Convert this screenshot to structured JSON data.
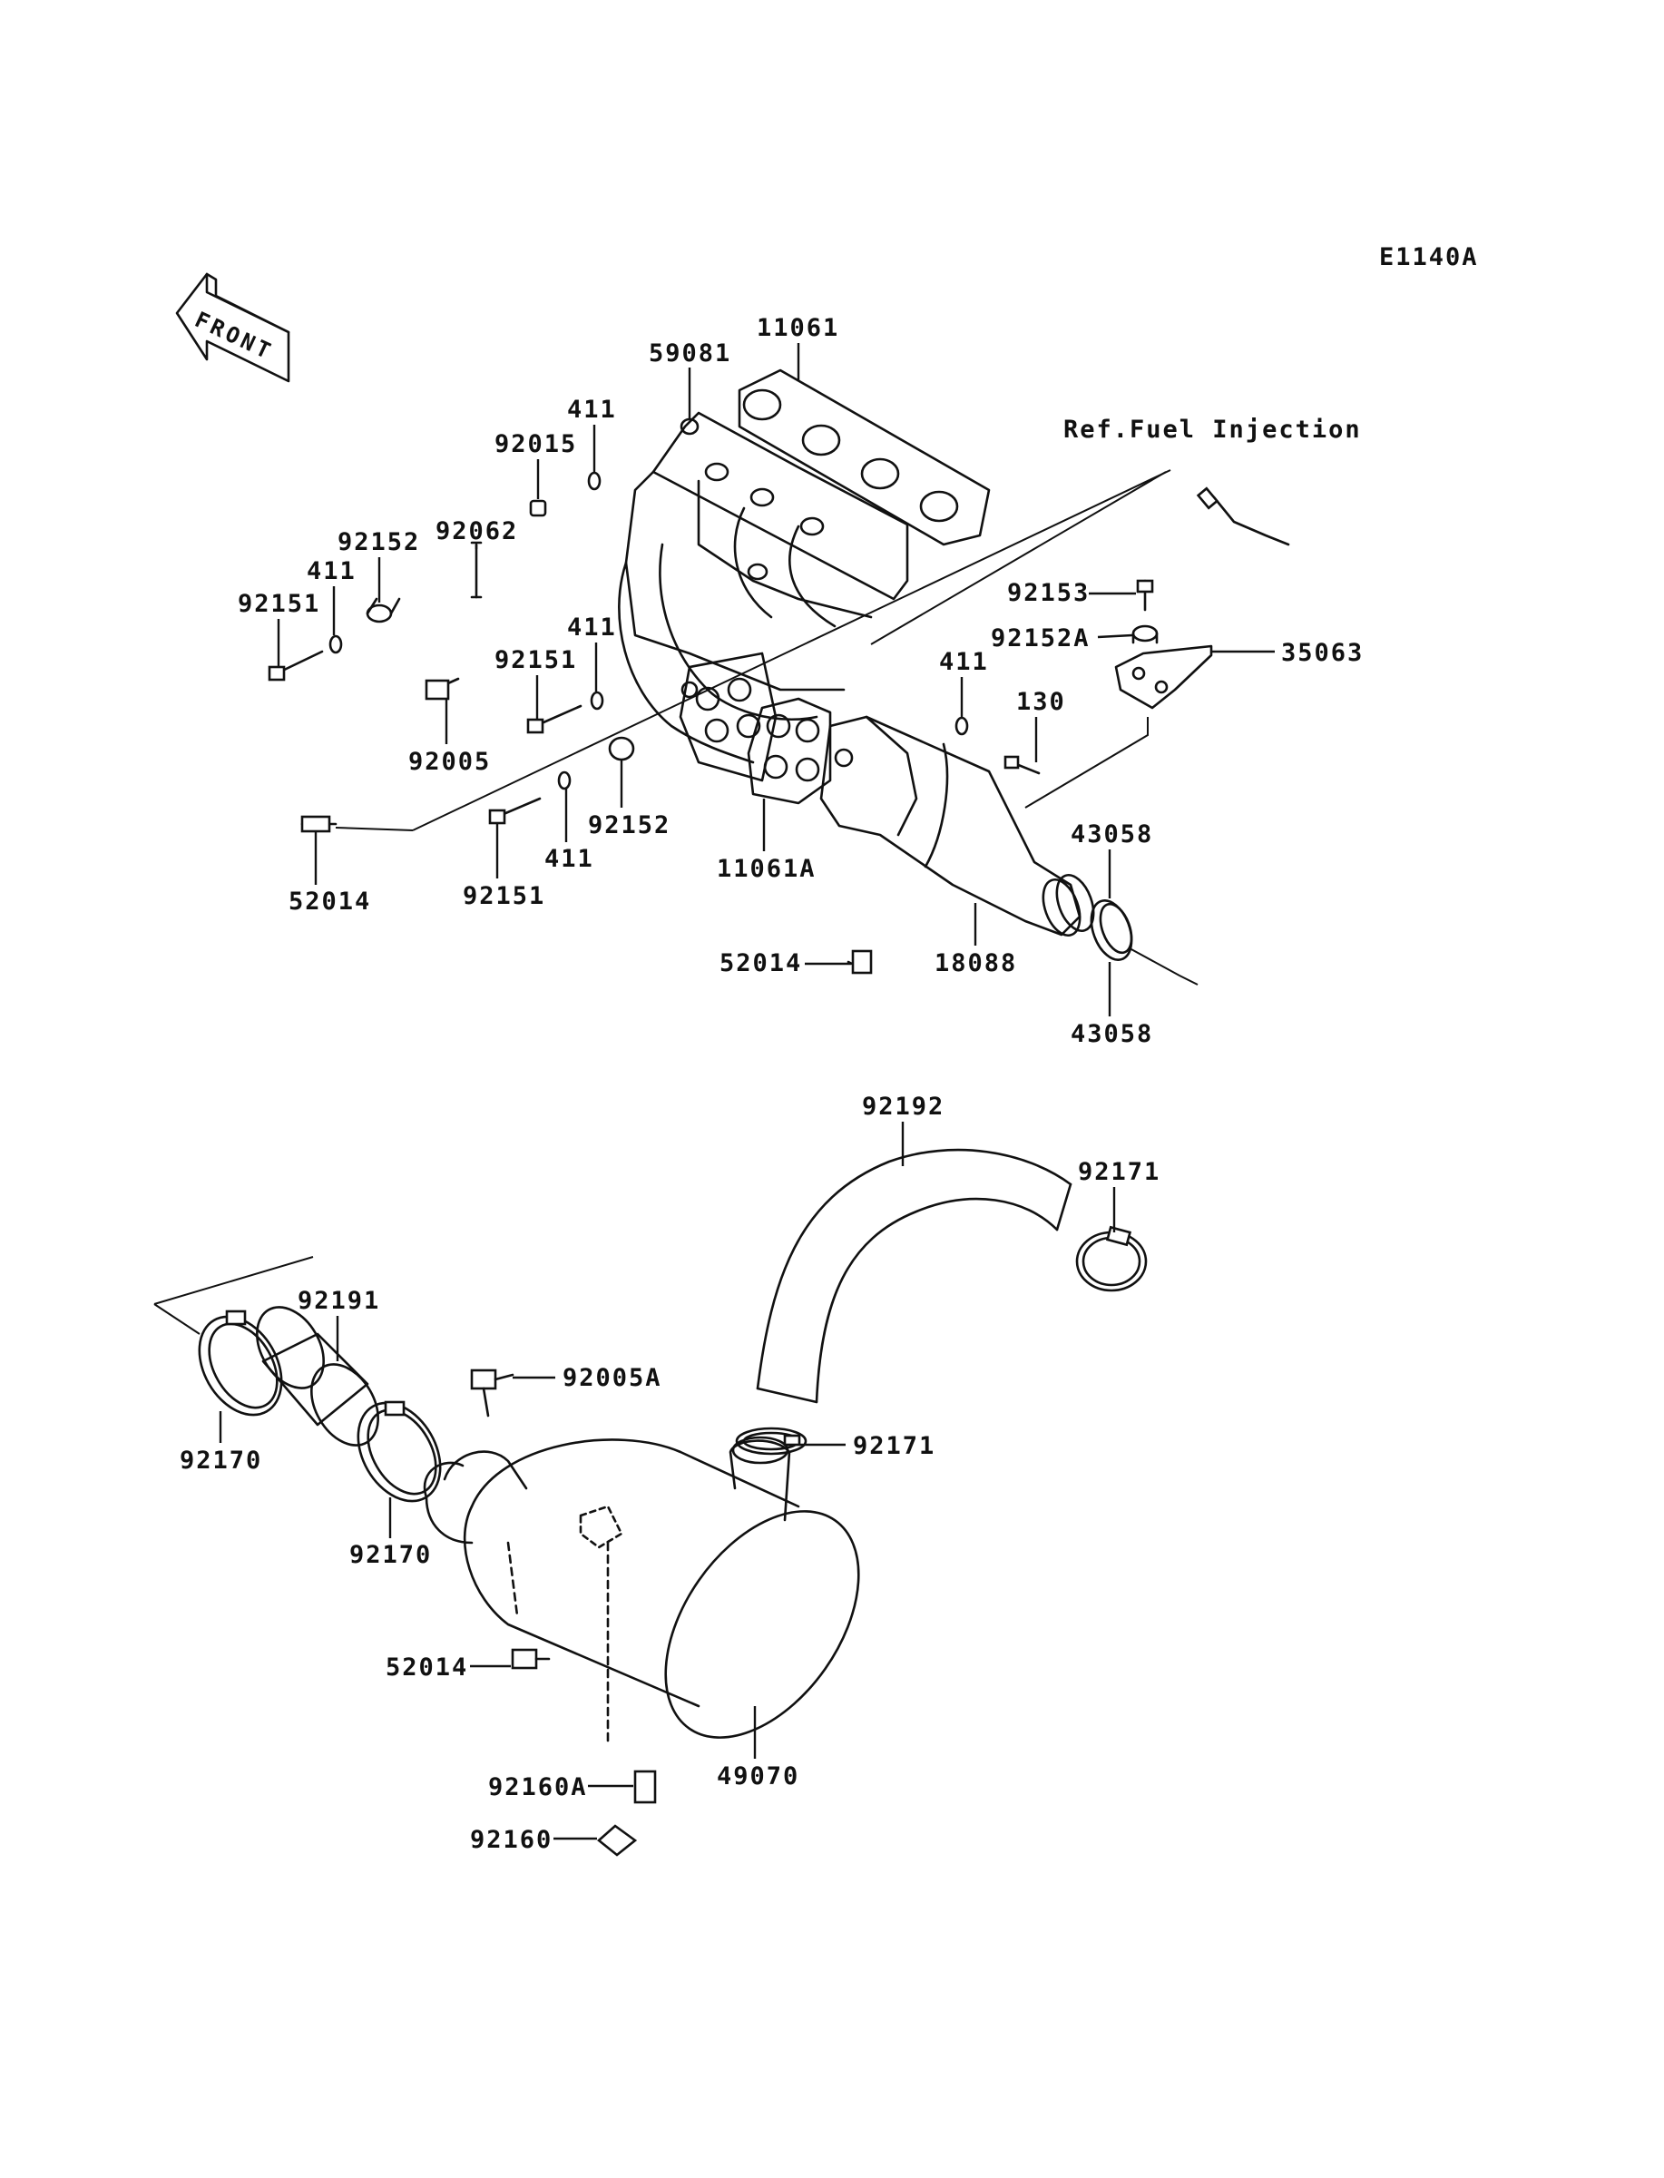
{
  "diagram_code": "E1140A",
  "front_label": "FRONT",
  "reference_note": "Ref.Fuel Injection",
  "labels": {
    "p11061": "11061",
    "p59081": "59081",
    "p411_a": "411",
    "p92015": "92015",
    "p92062": "92062",
    "p92152_a": "92152",
    "p411_b": "411",
    "p92151_a": "92151",
    "p92151_b": "92151",
    "p411_c": "411",
    "p92005": "92005",
    "p52014_a": "52014",
    "p92151_c": "92151",
    "p411_d": "411",
    "p92152_b": "92152",
    "p11061A": "11061A",
    "p411_e": "411",
    "p130": "130",
    "p92153": "92153",
    "p92152A": "92152A",
    "p35063": "35063",
    "p43058_a": "43058",
    "p43058_b": "43058",
    "p18088": "18088",
    "p52014_b": "52014",
    "p92192": "92192",
    "p92171_a": "92171",
    "p92191": "92191",
    "p92170_a": "92170",
    "p92170_b": "92170",
    "p92005A": "92005A",
    "p92171_b": "92171",
    "p52014_c": "52014",
    "p49070": "49070",
    "p92160A": "92160A",
    "p92160": "92160"
  }
}
